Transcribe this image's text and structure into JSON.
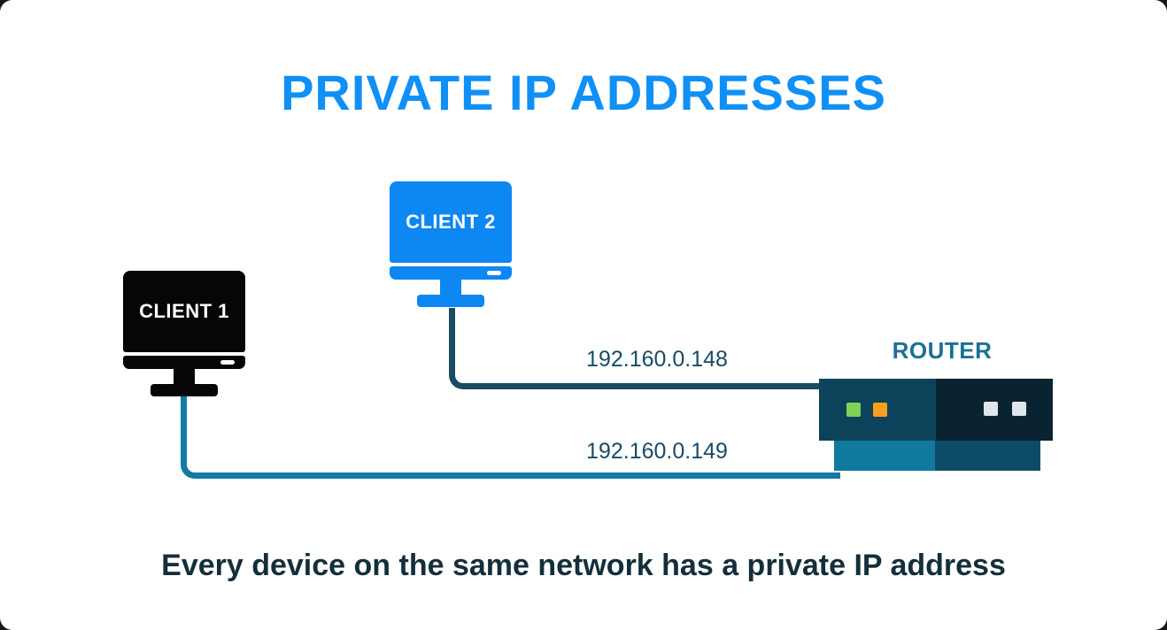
{
  "title": "PRIVATE IP ADDRESSES",
  "caption": "Every device on the same network has a private IP address",
  "diagram": {
    "client1": {
      "label": "CLIENT 1",
      "ip": "192.160.0.149"
    },
    "client2": {
      "label": "CLIENT 2",
      "ip": "192.160.0.148"
    },
    "router": {
      "label": "ROUTER"
    }
  },
  "connections": [
    {
      "from": "CLIENT 2",
      "to": "ROUTER",
      "ip_label": "192.160.0.148"
    },
    {
      "from": "CLIENT 1",
      "to": "ROUTER",
      "ip_label": "192.160.0.149"
    }
  ],
  "colors": {
    "title_blue": "#1090f5",
    "client2_blue": "#0d87f2",
    "client1_black": "#060606",
    "cable_client2": "#1a4c60",
    "cable_client1": "#117aa6",
    "ip_text": "#174c66",
    "router_label_text": "#1b7095",
    "router_top_left": "#0c435a",
    "router_top_right": "#0a2330",
    "router_base_left": "#107a9e",
    "router_base_right": "#0d4c66",
    "led_green": "#7cd356",
    "led_orange": "#f9a01f",
    "port_light": "#dfe6ea",
    "caption_text": "#142f3b",
    "background": "#ffffff"
  }
}
